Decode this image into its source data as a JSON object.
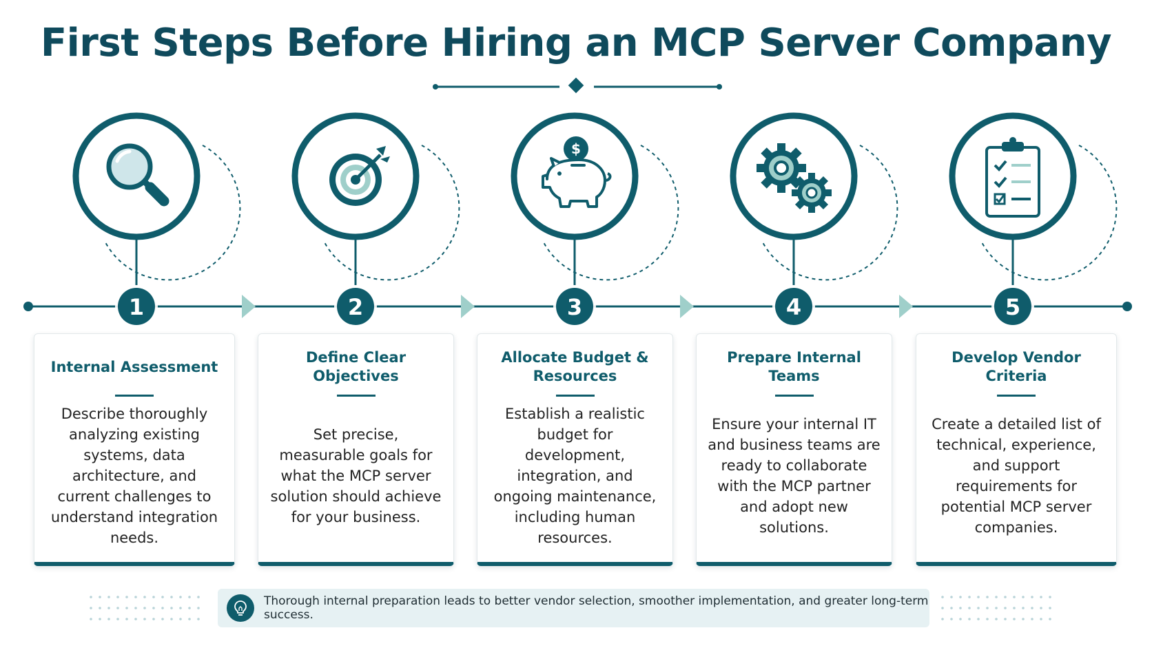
{
  "title": "First Steps Before Hiring an MCP Server Company",
  "steps": [
    {
      "number": "1",
      "icon": "magnifying-glass-icon",
      "title": "Internal Assessment",
      "description": "Describe thoroughly analyzing existing systems, data architecture, and current challenges to understand integration needs."
    },
    {
      "number": "2",
      "icon": "target-arrow-icon",
      "title": "Define Clear Objectives",
      "description": "Set precise, measurable goals for what the MCP server solution should achieve for your business."
    },
    {
      "number": "3",
      "icon": "piggy-bank-icon",
      "title": "Allocate Budget & Resources",
      "description": "Establish a realistic budget for development, integration, and ongoing maintenance, including human resources."
    },
    {
      "number": "4",
      "icon": "gears-icon",
      "title": "Prepare Internal Teams",
      "description": "Ensure your internal IT and business teams are ready to collaborate with the MCP partner and adopt new solutions."
    },
    {
      "number": "5",
      "icon": "checklist-clipboard-icon",
      "title": "Develop Vendor Criteria",
      "description": "Create a detailed list of technical, experience, and support requirements for potential MCP server companies."
    }
  ],
  "footer": {
    "icon": "lightbulb-icon",
    "text": "Thorough internal preparation leads to better vendor selection, smoother implementation, and greater long-term success."
  },
  "colors": {
    "primary": "#0f5c6b",
    "title": "#0f4a5c",
    "accent": "#9fcfca",
    "footer_bg": "#e6f1f3"
  }
}
